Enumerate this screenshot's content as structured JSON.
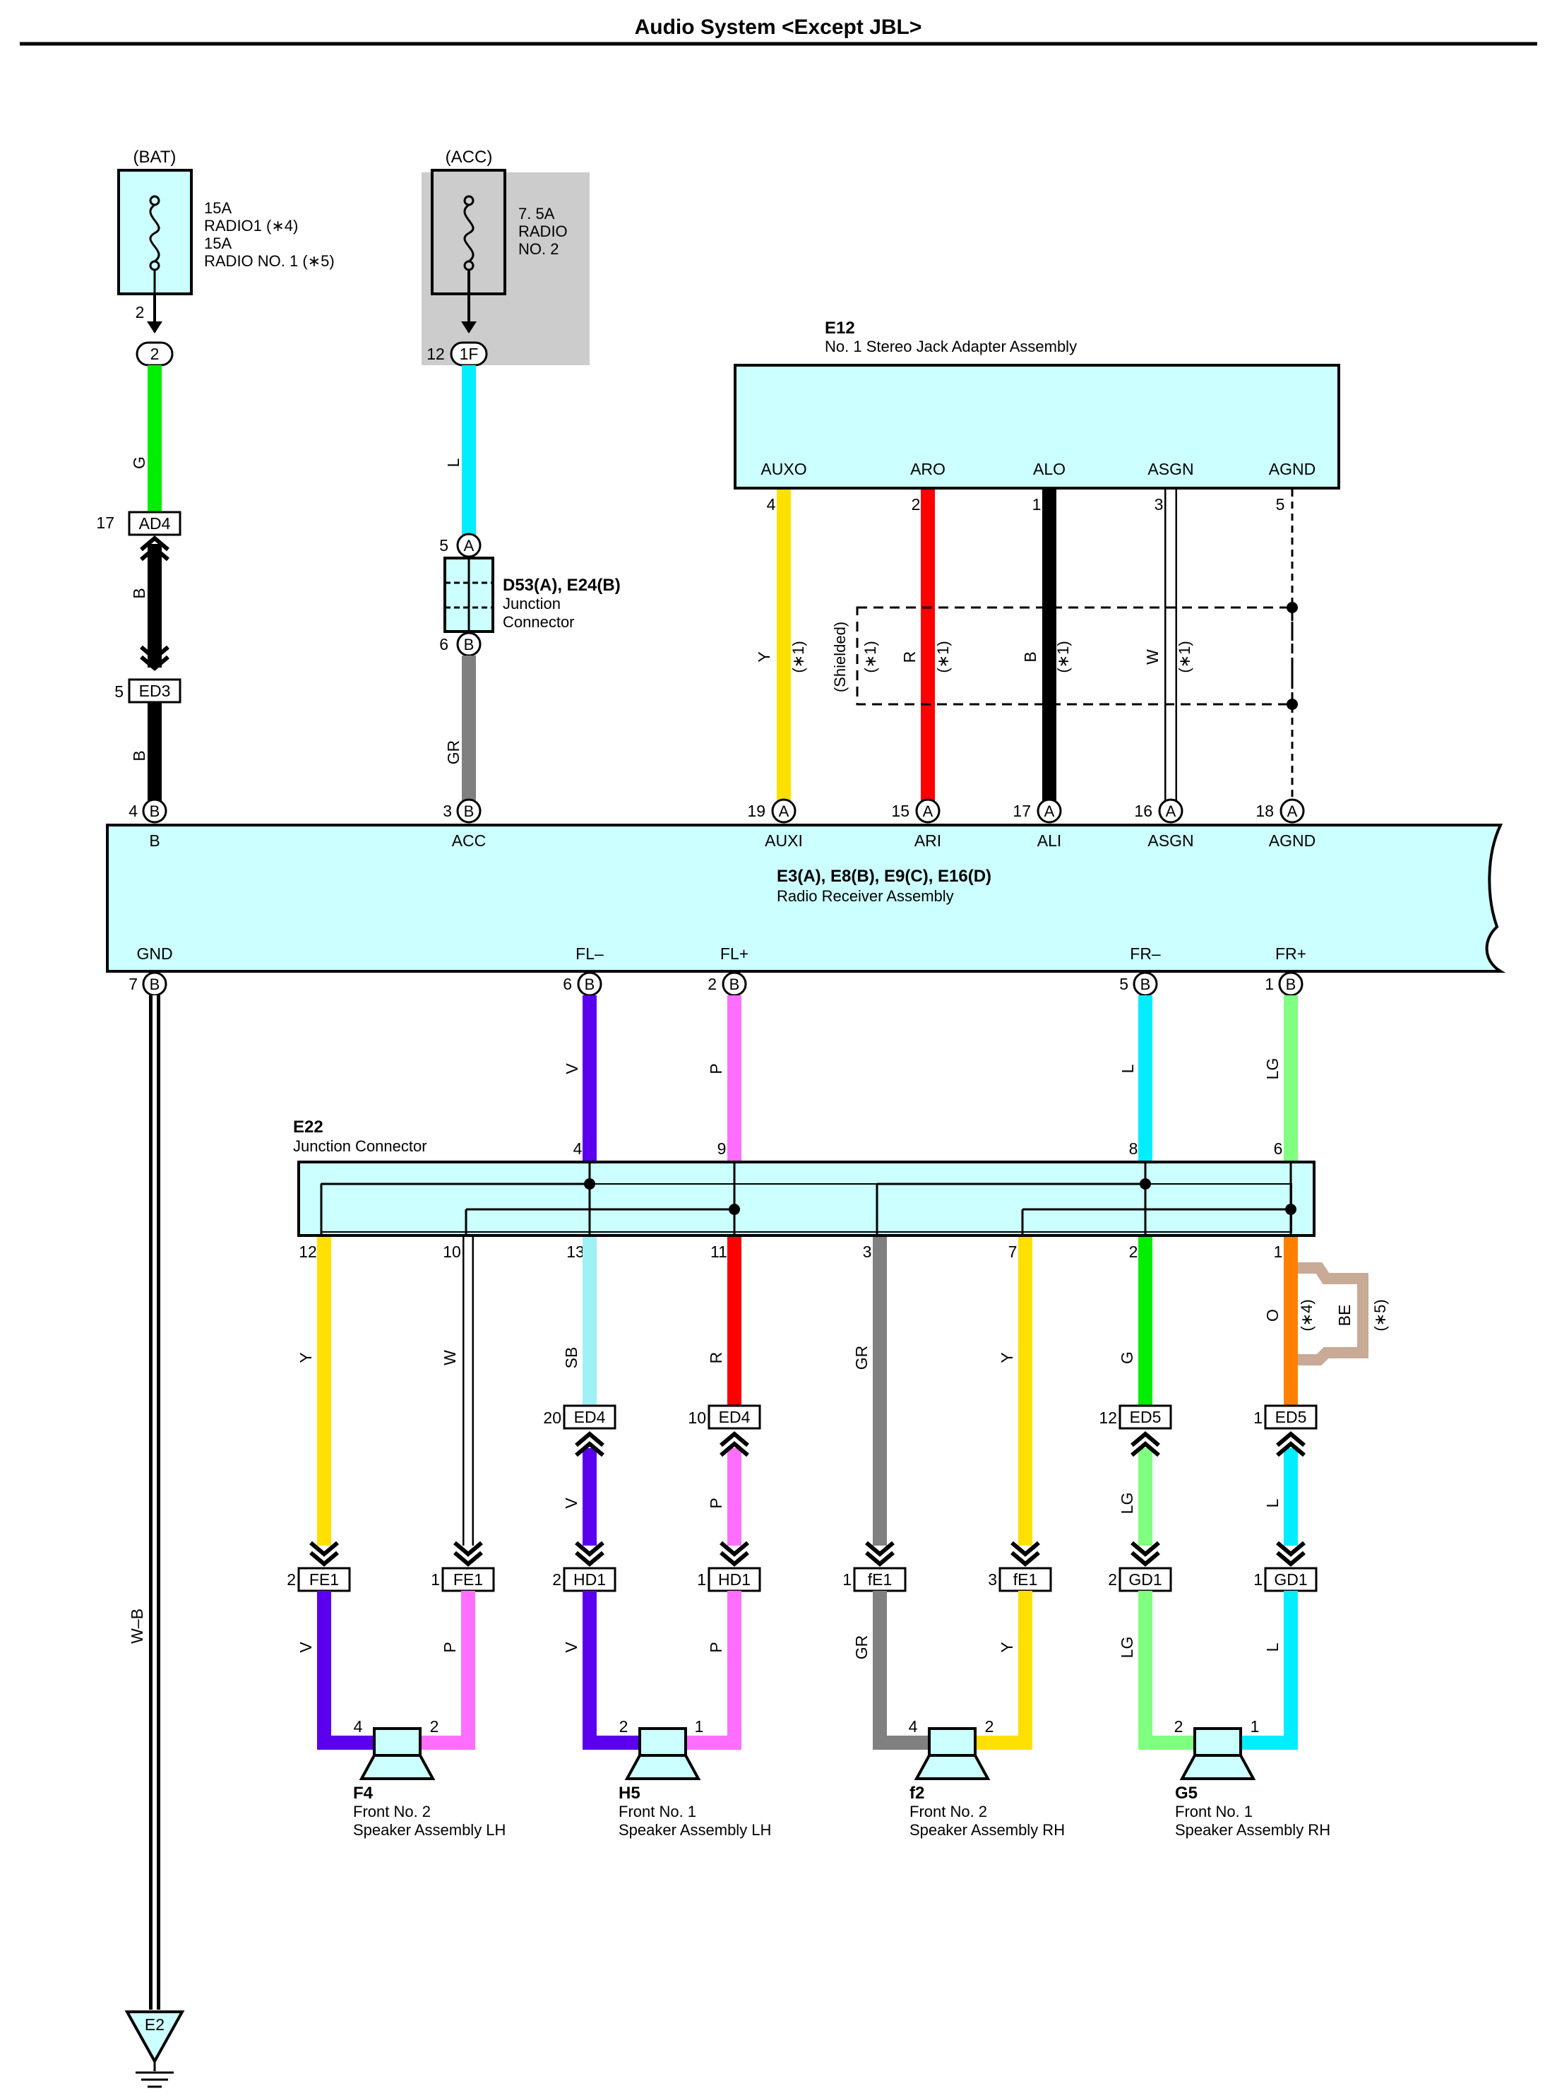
{
  "title": "Audio System <Except JBL>",
  "colors": {
    "B": "#000000",
    "W": "#ffffff",
    "Y": "#ffe000",
    "R": "#ff0000",
    "G": "#00ee00",
    "L": "#00eeff",
    "GR": "#808080",
    "V": "#5a00ee",
    "P": "#ff6eff",
    "LG": "#80ff80",
    "SB": "#9ef2f5",
    "O": "#ff8000",
    "BE": "#c8aa96",
    "box": "#ccffff",
    "gray_area": "#cccccc"
  },
  "fuses": [
    {
      "source": "(BAT)",
      "lines": [
        "15A",
        "RADIO1 (∗4)",
        "15A",
        "RADIO NO. 1 (∗5)"
      ],
      "pin": "2",
      "connector": "2"
    },
    {
      "source": "(ACC)",
      "lines": [
        "7. 5A",
        "RADIO",
        "NO. 2"
      ],
      "pin": "12",
      "connector": "1F"
    }
  ],
  "adapter": {
    "id": "E12",
    "name": "No. 1 Stereo Jack Adapter Assembly",
    "terminals": [
      {
        "label": "AUXO",
        "pin": "4",
        "wire": "Y",
        "note": "(∗1)"
      },
      {
        "label": "ARO",
        "pin": "2",
        "wire": "R",
        "note": "(∗1)"
      },
      {
        "label": "ALO",
        "pin": "1",
        "wire": "B",
        "note": "(∗1)"
      },
      {
        "label": "ASGN",
        "pin": "3",
        "wire": "W",
        "note": "(∗1)"
      },
      {
        "label": "AGND",
        "pin": "5",
        "wire": "",
        "note": ""
      }
    ],
    "shield_label": "(Shielded)",
    "shield_note": "(∗1)"
  },
  "left_wires": [
    {
      "wire": "G",
      "pin": "17",
      "connector": "AD4"
    },
    {
      "wire": "B",
      "pin": "5",
      "connector": "ED3"
    },
    {
      "wire": "B",
      "pin": "",
      "connector": ""
    }
  ],
  "junction_d53": {
    "name": "D53(A), E24(B)",
    "desc": [
      "Junction",
      "Connector"
    ],
    "wire_in": "L",
    "wire_out": "GR",
    "pin_in": "5",
    "tag_in": "A",
    "pin_out": "6",
    "tag_out": "B"
  },
  "receiver": {
    "name": "E3(A), E8(B), E9(C), E16(D)",
    "desc": "Radio Receiver Assembly",
    "top_terminals": [
      {
        "label": "B",
        "pin": "4",
        "tag": "B"
      },
      {
        "label": "ACC",
        "pin": "3",
        "tag": "B"
      },
      {
        "label": "AUXI",
        "pin": "19",
        "tag": "A"
      },
      {
        "label": "ARI",
        "pin": "15",
        "tag": "A"
      },
      {
        "label": "ALI",
        "pin": "17",
        "tag": "A"
      },
      {
        "label": "ASGN",
        "pin": "16",
        "tag": "A"
      },
      {
        "label": "AGND",
        "pin": "18",
        "tag": "A"
      }
    ],
    "bottom_terminals": [
      {
        "label": "GND",
        "pin": "7",
        "tag": "B",
        "wire": "W–B"
      },
      {
        "label": "FL–",
        "pin": "6",
        "tag": "B",
        "wire": "V"
      },
      {
        "label": "FL+",
        "pin": "2",
        "tag": "B",
        "wire": "P"
      },
      {
        "label": "FR–",
        "pin": "5",
        "tag": "B",
        "wire": "L"
      },
      {
        "label": "FR+",
        "pin": "1",
        "tag": "B",
        "wire": "LG"
      }
    ]
  },
  "junction_e22": {
    "id": "E22",
    "name": "Junction Connector",
    "top_pins": [
      "4",
      "9",
      "8",
      "6"
    ],
    "bottom": [
      {
        "pin": "12",
        "wire": "Y",
        "conn": "",
        "conn_pin": "",
        "wire2": "",
        "spk_pin": "2",
        "spk_conn": "FE1",
        "spk_wire": "V"
      },
      {
        "pin": "10",
        "wire": "W",
        "conn": "",
        "conn_pin": "",
        "wire2": "",
        "spk_pin": "1",
        "spk_conn": "FE1",
        "spk_wire": "P"
      },
      {
        "pin": "13",
        "wire": "SB",
        "conn": "ED4",
        "conn_pin": "20",
        "wire2": "V",
        "spk_pin": "2",
        "spk_conn": "HD1",
        "spk_wire": "V"
      },
      {
        "pin": "11",
        "wire": "R",
        "conn": "ED4",
        "conn_pin": "10",
        "wire2": "P",
        "spk_pin": "1",
        "spk_conn": "HD1",
        "spk_wire": "P"
      },
      {
        "pin": "3",
        "wire": "GR",
        "conn": "",
        "conn_pin": "",
        "wire2": "",
        "spk_pin": "1",
        "spk_conn": "fE1",
        "spk_wire": "GR"
      },
      {
        "pin": "7",
        "wire": "Y",
        "conn": "",
        "conn_pin": "",
        "wire2": "",
        "spk_pin": "3",
        "spk_conn": "fE1",
        "spk_wire": "Y"
      },
      {
        "pin": "2",
        "wire": "G",
        "conn": "ED5",
        "conn_pin": "12",
        "wire2": "LG",
        "spk_pin": "2",
        "spk_conn": "GD1",
        "spk_wire": "LG"
      },
      {
        "pin": "1",
        "wire": "O",
        "conn": "ED5",
        "conn_pin": "1",
        "wire2": "L",
        "spk_pin": "1",
        "spk_conn": "GD1",
        "spk_wire": "L"
      }
    ],
    "variant_notes": {
      "o_note": "(∗4)",
      "be_wire": "BE",
      "be_note": "(∗5)"
    }
  },
  "speakers": [
    {
      "id": "F4",
      "line1": "Front No. 2",
      "line2": "Speaker Assembly LH",
      "pin_left": "4",
      "pin_right": "2"
    },
    {
      "id": "H5",
      "line1": "Front No. 1",
      "line2": "Speaker Assembly LH",
      "pin_left": "2",
      "pin_right": "1"
    },
    {
      "id": "f2",
      "line1": "Front No. 2",
      "line2": "Speaker Assembly RH",
      "pin_left": "4",
      "pin_right": "2"
    },
    {
      "id": "G5",
      "line1": "Front No. 1",
      "line2": "Speaker Assembly RH",
      "pin_left": "2",
      "pin_right": "1"
    }
  ],
  "ground": {
    "id": "E2",
    "wire": "W–B"
  }
}
